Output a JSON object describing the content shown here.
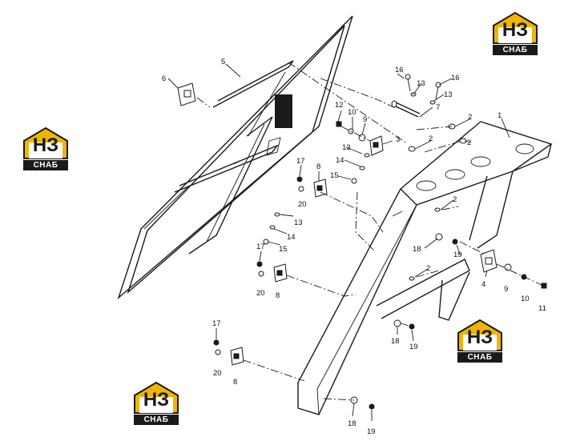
{
  "logo": {
    "top": "НЗ",
    "bottom": "СНАБ",
    "accent": "#f0b400",
    "dark": "#1a1a1a"
  },
  "callouts": {
    "c1": "1",
    "c2": "2",
    "c3": "3",
    "c4": "4",
    "c5": "5",
    "c6": "6",
    "c7": "7",
    "c8": "8",
    "c9": "9",
    "c10": "10",
    "c11": "11",
    "c12": "12",
    "c13": "13",
    "c14": "14",
    "c15": "15",
    "c16": "16",
    "c17": "17",
    "c18": "18",
    "c19": "19",
    "c20": "20"
  }
}
